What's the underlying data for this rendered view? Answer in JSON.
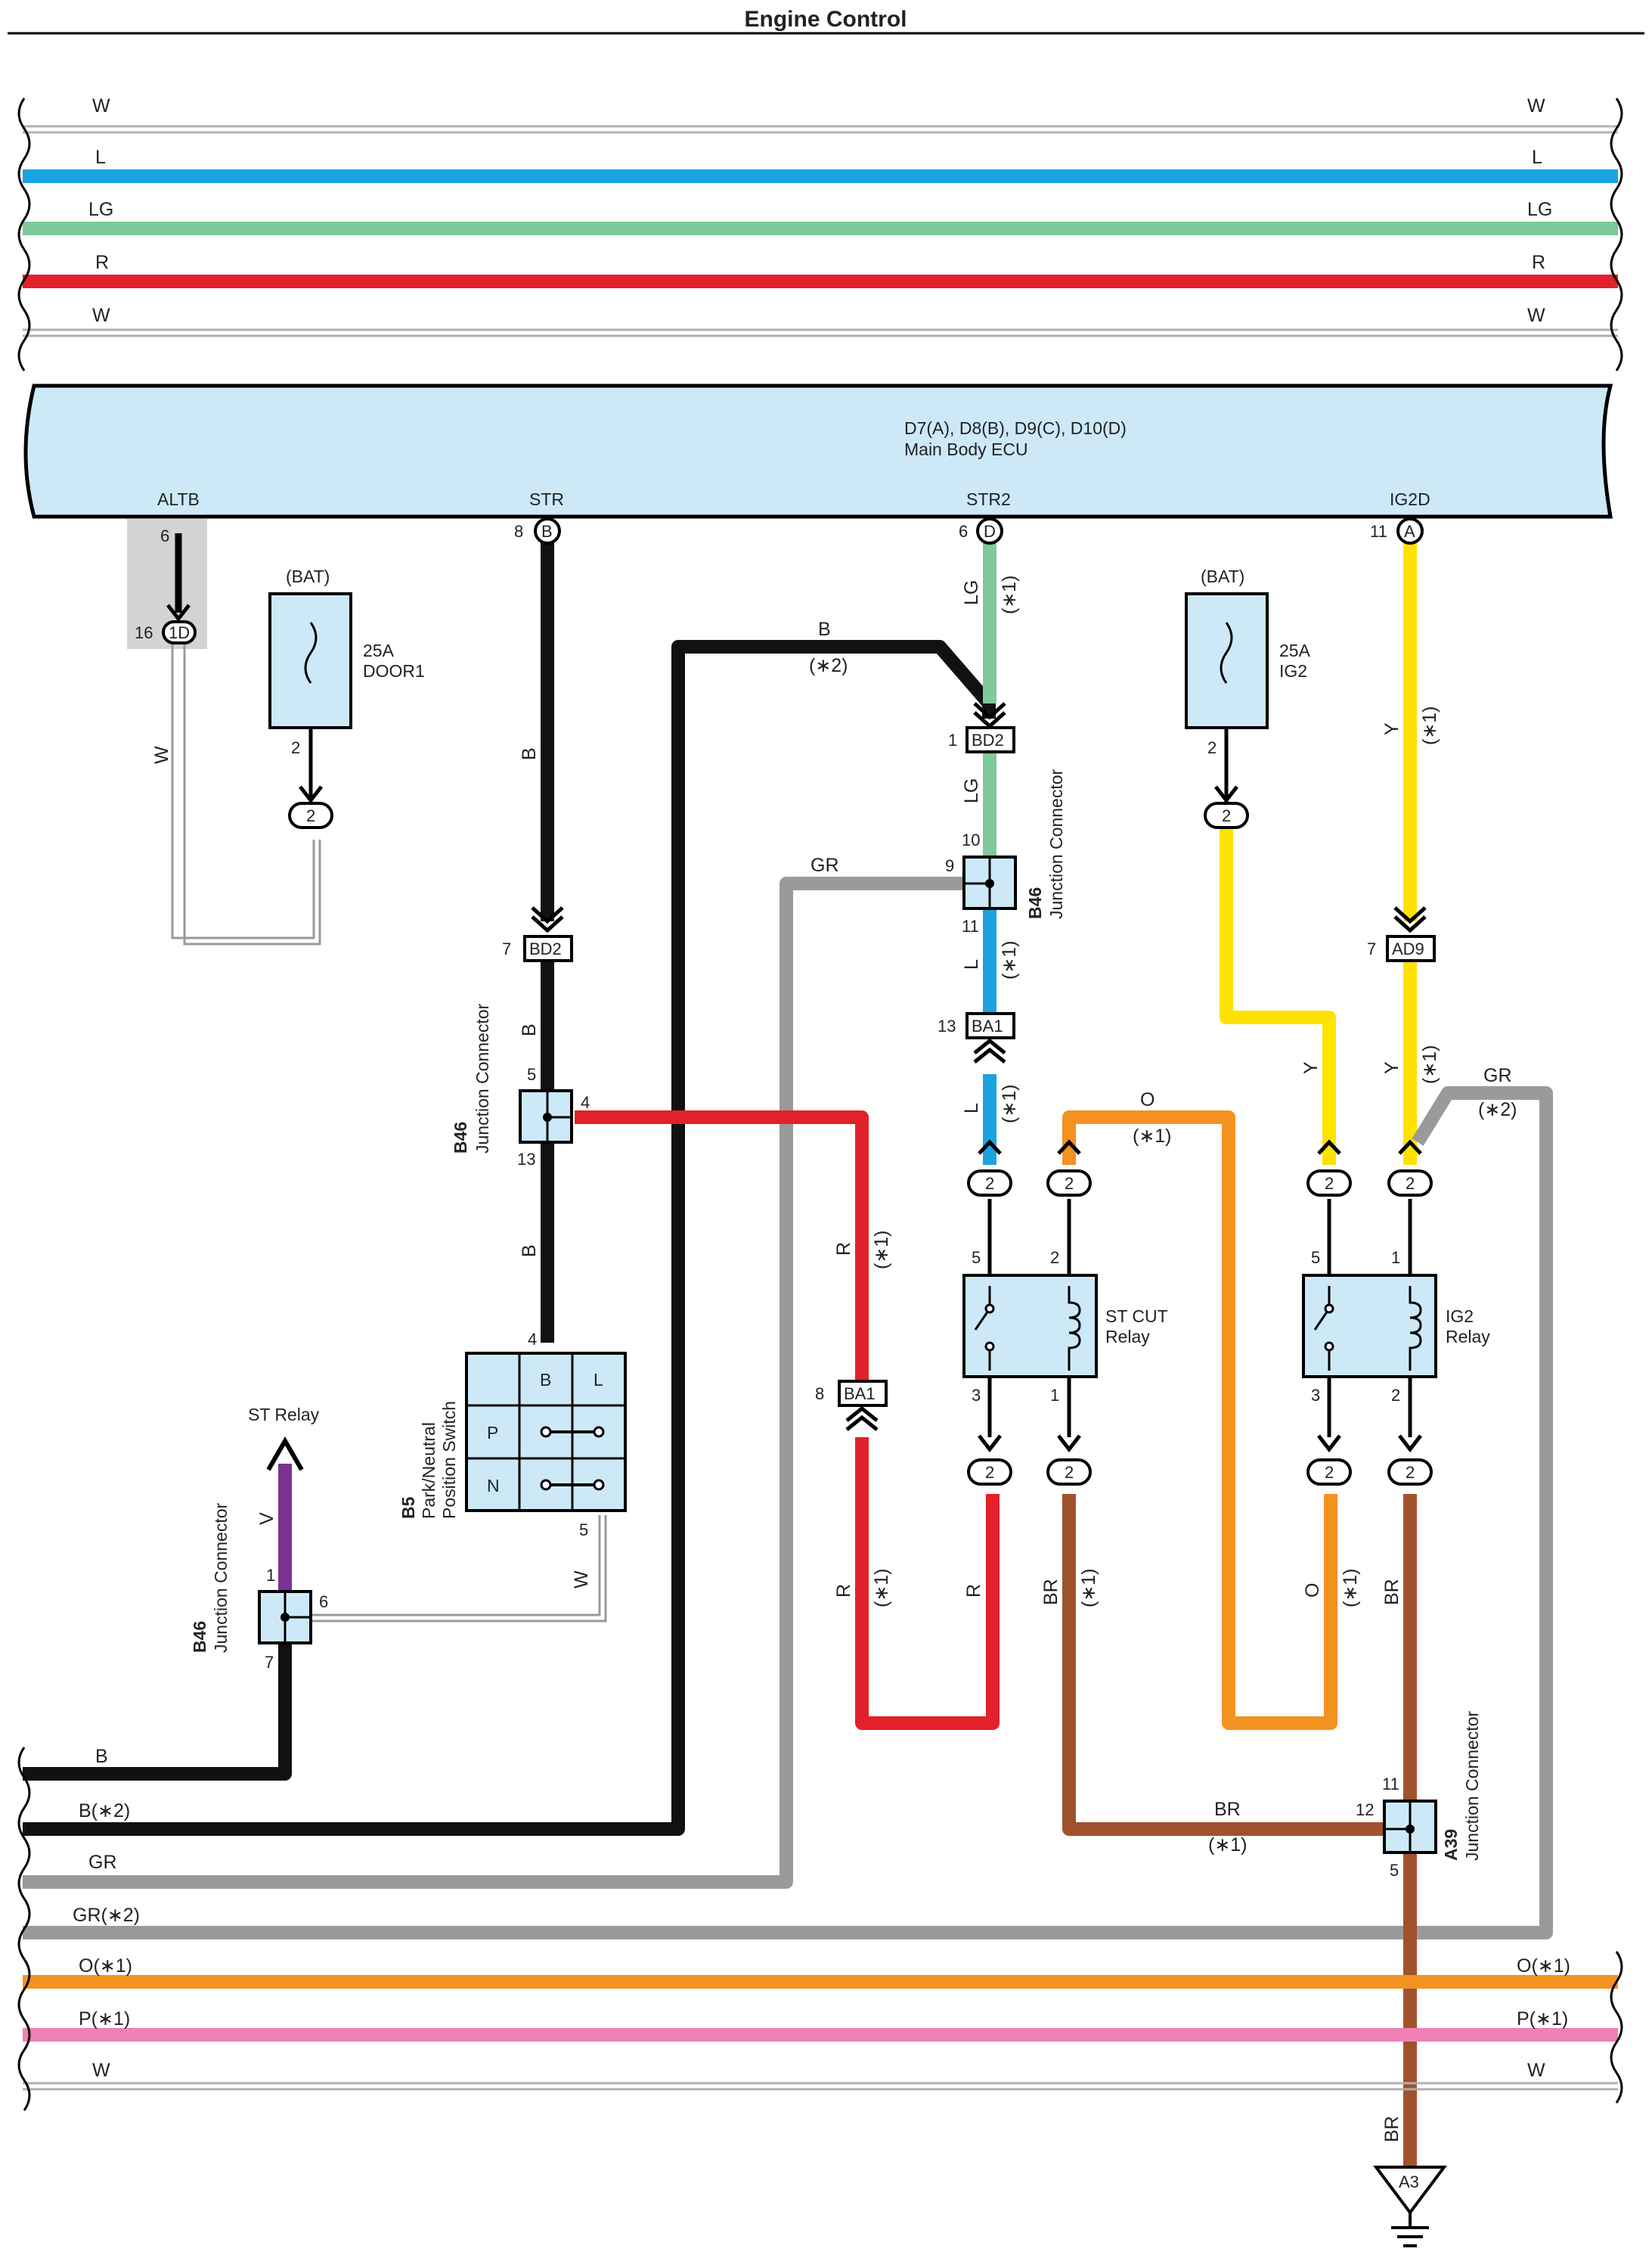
{
  "title": "Engine Control",
  "colors": {
    "W": "#ffffff",
    "L": "#1aa3e0",
    "LG": "#80c99a",
    "R": "#e3212b",
    "B": "#111111",
    "GR": "#9a9a9a",
    "Y": "#ffe200",
    "O": "#f39220",
    "BR": "#a0522d",
    "V": "#7b3294",
    "P": "#ee82b4",
    "box": "#cde9f8"
  },
  "top_buses": [
    {
      "left": "W",
      "right": "W"
    },
    {
      "left": "L",
      "right": "L"
    },
    {
      "left": "LG",
      "right": "LG"
    },
    {
      "left": "R",
      "right": "R"
    },
    {
      "left": "W",
      "right": "W"
    }
  ],
  "bottom_buses": [
    {
      "left": "B",
      "right": ""
    },
    {
      "left": "B(∗2)",
      "right": ""
    },
    {
      "left": "GR",
      "right": ""
    },
    {
      "left": "GR(∗2)",
      "right": ""
    },
    {
      "left": "O(∗1)",
      "right": "O(∗1)"
    },
    {
      "left": "P(∗1)",
      "right": "P(∗1)"
    },
    {
      "left": "W",
      "right": "W"
    }
  ],
  "ecu": {
    "connectors": "D7(A), D8(B), D9(C), D10(D)",
    "name": "Main Body ECU",
    "terminals": [
      {
        "name": "ALTB",
        "pin": "6",
        "conn": ""
      },
      {
        "name": "STR",
        "pin": "8",
        "conn": "B"
      },
      {
        "name": "STR2",
        "pin": "6",
        "conn": "D"
      },
      {
        "name": "IG2D",
        "pin": "11",
        "conn": "A"
      }
    ]
  },
  "fuses": [
    {
      "source": "(BAT)",
      "rating": "25A",
      "name": "DOOR1",
      "pin": "2",
      "conn": "2"
    },
    {
      "source": "(BAT)",
      "rating": "25A",
      "name": "IG2",
      "pin": "2",
      "conn": "2"
    }
  ],
  "inline_connectors": {
    "1D": {
      "id": "1D",
      "pin": "16"
    },
    "BD2_str": {
      "id": "BD2",
      "pin": "7"
    },
    "BD2_str2": {
      "id": "BD2",
      "pin": "1"
    },
    "BA1_l": {
      "id": "BA1",
      "pin": "13"
    },
    "BA1_r": {
      "id": "BA1",
      "pin": "8"
    },
    "AD9": {
      "id": "AD9",
      "pin": "7"
    }
  },
  "junctions": [
    {
      "id": "B46",
      "name": "Junction Connector",
      "pins": [
        "5",
        "4",
        "13"
      ]
    },
    {
      "id": "B46",
      "name": "Junction Connector",
      "pins": [
        "10",
        "9",
        "11"
      ]
    },
    {
      "id": "B46",
      "name": "Junction Connector",
      "pins": [
        "1",
        "6",
        "7"
      ]
    },
    {
      "id": "A39",
      "name": "Junction Connector",
      "pins": [
        "11",
        "12",
        "5"
      ]
    }
  ],
  "relays": [
    {
      "name": "ST CUT\nRelay",
      "line1": "ST CUT",
      "line2": "Relay",
      "pins": [
        "5",
        "2",
        "3",
        "1"
      ]
    },
    {
      "name": "IG2\nRelay",
      "line1": "IG2",
      "line2": "Relay",
      "pins": [
        "5",
        "1",
        "3",
        "2"
      ]
    }
  ],
  "switch": {
    "id": "B5",
    "name_line1": "Park/Neutral",
    "name_line2": "Position Switch",
    "col_b": "B",
    "col_l": "L",
    "row_p": "P",
    "row_n": "N",
    "pin_top": "4",
    "pin_bottom": "5"
  },
  "st_relay": "ST Relay",
  "ground": {
    "id": "A3"
  },
  "wire_labels": {
    "w_altb": "W",
    "b_str_1": "B",
    "b_str_2": "B",
    "b_str_3": "B",
    "b_bus2_top": "B",
    "b_bus2_note": "(∗2)",
    "lg_1": "LG",
    "lg_1n": "(∗1)",
    "lg_2": "LG",
    "gr_b46": "GR",
    "l_1": "L",
    "l_1n": "(∗1)",
    "l_2": "L",
    "l_2n": "(∗1)",
    "r_1": "R",
    "r_1n": "(∗1)",
    "r_2": "R",
    "r_2n": "(∗1)",
    "r_3": "R",
    "o_top": "O",
    "o_topn": "(∗1)",
    "y_ig2d": "Y",
    "y_ig2dn": "(∗1)",
    "y_2": "Y",
    "y_2n": "(∗1)",
    "y_fuse": "Y",
    "gr_right": "GR",
    "gr_rightn": "(∗2)",
    "br_1": "BR",
    "br_1n": "(∗1)",
    "o_2": "O",
    "o_2n": "(∗1)",
    "br_2": "BR",
    "br_h": "BR",
    "br_hn": "(∗1)",
    "br_gnd": "BR",
    "v_st": "V",
    "w_sw": "W"
  },
  "relay_conn": "2"
}
